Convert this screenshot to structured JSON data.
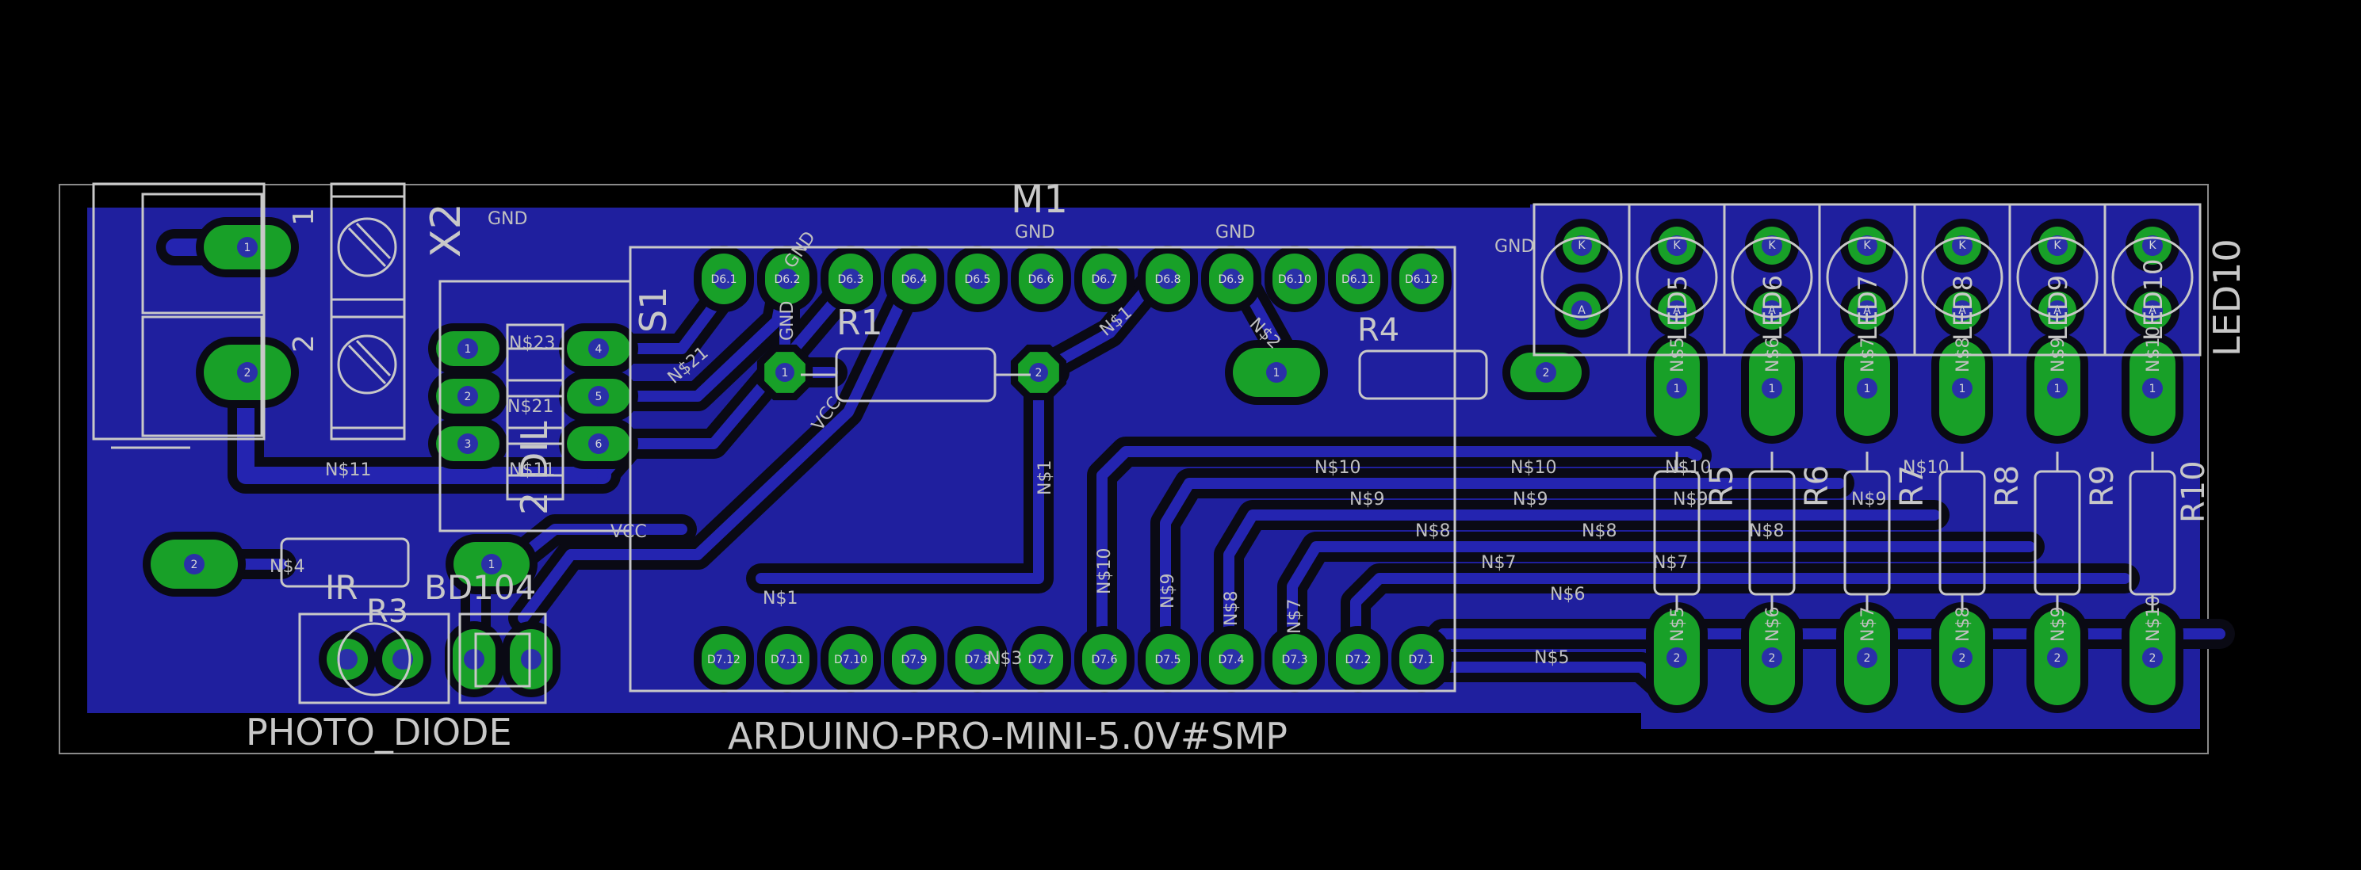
{
  "board": {
    "title_label": "M1",
    "module_name": "ARDUINO-PRO-MINI-5.0V#SMP",
    "colors": {
      "background": "#000000",
      "copper": "#1f1f9e",
      "clearance": "#0a0a14",
      "pad": "#18a028",
      "silkscreen": "#c8c8c8",
      "outline": "#8a8a8a"
    }
  },
  "components": {
    "x2": "X2",
    "x2_pin1": "1",
    "x2_pin2": "2",
    "s1": "S1",
    "s1_code": "2 DIL",
    "r1": "R1",
    "r4": "R4",
    "r5": "R5",
    "r6": "R6",
    "r7": "R7",
    "r8": "R8",
    "r9": "R9",
    "r10": "R10",
    "led10": "LED10",
    "ir": "IR",
    "bd104": "BD104",
    "r3": "R3",
    "photo_diode": "PHOTO_DIODE"
  },
  "nets": {
    "gnd": "GND",
    "vcc": "VCC",
    "n1": "N$1",
    "n3": "N$3",
    "n4": "N$4",
    "n5": "N$5",
    "n6": "N$6",
    "n7": "N$7",
    "n8": "N$8",
    "n9": "N$9",
    "n10": "N$10",
    "n11": "N$11",
    "n21": "N$21",
    "n23": "N$23",
    "n2x": "N$2"
  },
  "header_top_pins": [
    "D6.1",
    "D6.2",
    "D6.3",
    "D6.4",
    "D6.5",
    "D6.6",
    "D6.7",
    "D6.8",
    "D6.9",
    "D6.10",
    "D6.11",
    "D6.12"
  ],
  "header_bottom_pins": [
    "D7.12",
    "D7.11",
    "D7.10",
    "D7.9",
    "D7.8",
    "D7.7",
    "D7.6",
    "D7.5",
    "D7.4",
    "D7.3",
    "D7.2",
    "D7.1"
  ],
  "led_labels": [
    "LED5",
    "LED6",
    "LED7",
    "LED8",
    "LED9",
    "LED10"
  ],
  "led_pin_labels": [
    "K",
    "A",
    "2"
  ],
  "led_nets": [
    "N$5",
    "N$6",
    "N$7",
    "N$8",
    "N$9",
    "N$10"
  ],
  "pad_numbers": {
    "one": "1",
    "two": "2",
    "three": "3",
    "four": "4",
    "five": "5",
    "six": "6"
  }
}
